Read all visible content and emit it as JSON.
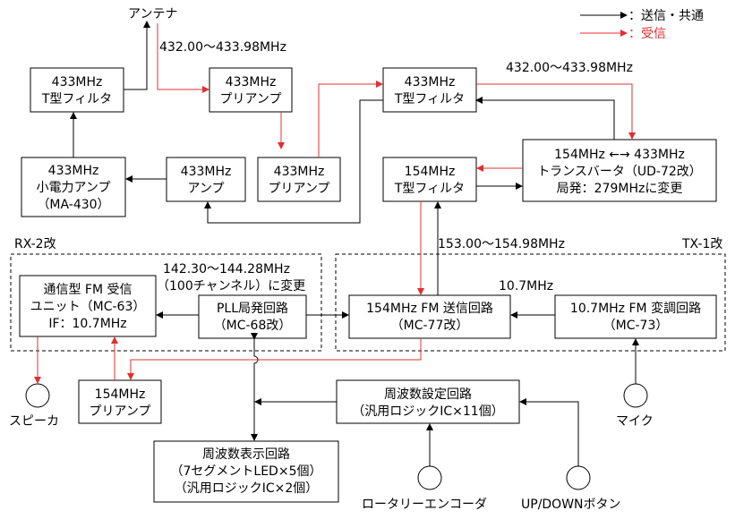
{
  "legend": {
    "black": "：送信・共通",
    "red": "：受信"
  },
  "sections": {
    "rx": "RX-2改",
    "tx": "TX-1改"
  },
  "labels": {
    "antenna": "アンテナ",
    "freq_ant": "432.00～433.98MHz",
    "freq_right": "432.00～433.98MHz",
    "freq_153": "153.00～154.98MHz",
    "freq_pll": "142.30～144.28MHz",
    "freq_pll_ch": "（100チャンネル）に変更",
    "freq_107": "10.7MHz",
    "speaker": "スピーカ",
    "mic": "マイク",
    "encoder": "ロータリーエンコーダ",
    "updown": "UP/DOWNボタン"
  },
  "blocks": {
    "tfilter1": [
      "433MHz",
      "T型フィルタ"
    ],
    "preamp1": [
      "433MHz",
      "プリアンプ"
    ],
    "tfilter2": [
      "433MHz",
      "T型フィルタ"
    ],
    "ma430": [
      "433MHz",
      "小電力アンプ",
      "（MA-430）"
    ],
    "amp433": [
      "433MHz",
      "アンプ"
    ],
    "preamp2": [
      "433MHz",
      "プリアンプ"
    ],
    "tfilter154": [
      "154MHz",
      "T型フィルタ"
    ],
    "transverter": [
      "154MHz ←→ 433MHz",
      "トランスバータ（UD-72改）",
      "局発：279MHzに変更"
    ],
    "fmrx": [
      "通信型 FM 受信",
      "ユニット（MC-63）",
      "IF：10.7MHz"
    ],
    "pll": [
      "PLL局発回路",
      "（MC-68改）"
    ],
    "tx154": [
      "154MHz FM 送信回路",
      "（MC-77改）"
    ],
    "mod107": [
      "10.7MHz FM 変調回路",
      "（MC-73）"
    ],
    "preamp154": [
      "154MHz",
      "プリアンプ"
    ],
    "freqset": [
      "周波数設定回路",
      "（汎用ロジックIC×11個）"
    ],
    "display": [
      "周波数表示回路",
      "（7セグメントLED×5個）",
      "（汎用ロジックIC×2個）"
    ]
  }
}
